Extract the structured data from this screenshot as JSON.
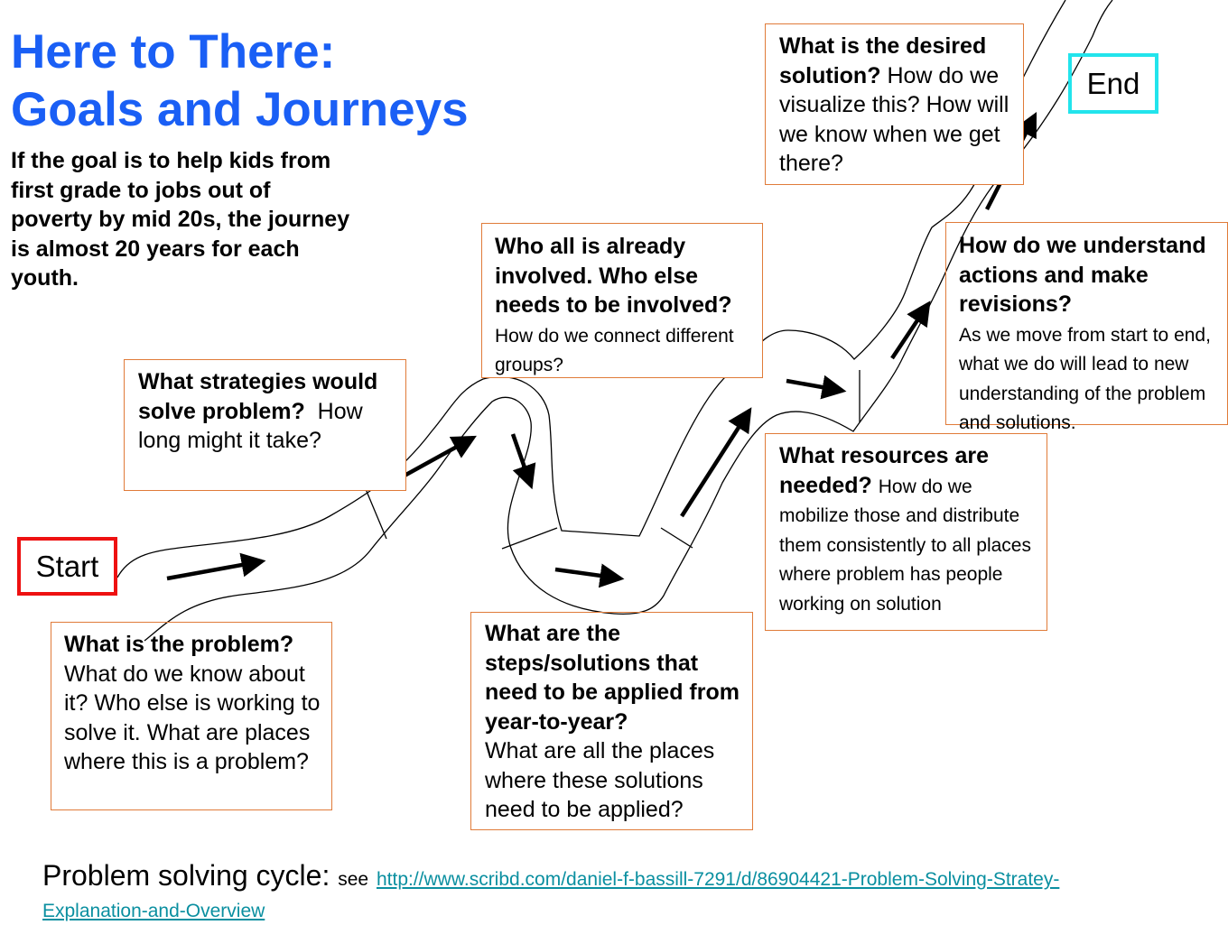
{
  "title": {
    "line1": "Here to There:",
    "line2": "Goals and Journeys"
  },
  "intro": "If the goal is to help kids from first grade to jobs out of poverty by mid 20s, the journey is almost 20 years for each youth.",
  "start_label": "Start",
  "end_label": "End",
  "boxes": {
    "problem": {
      "heading": "What is the problem?",
      "body": "What do we know about it? Who else is working to solve it. What are places where this is a problem?"
    },
    "strategies": {
      "heading": "What strategies would solve problem?",
      "body": "How long might it take?"
    },
    "involved": {
      "heading": "Who all is already involved. Who else needs to be involved?",
      "body": "How do we connect different groups?"
    },
    "steps": {
      "heading": "What are the steps/solutions that need to be applied from year-to-year?",
      "body": "What are all the places where these solutions need to be applied?"
    },
    "resources": {
      "heading": "What resources are needed?",
      "body_lead": "How do we",
      "body": "mobilize those and distribute them consistently to all places where problem has people working on solution"
    },
    "desired": {
      "heading": "What is the desired solution?",
      "body": "How do we visualize this? How will we know when we get there?"
    },
    "revisions": {
      "heading": "How do we understand actions and make revisions?",
      "body": "As we move from start to end, what we do will lead to new understanding of the problem and solutions."
    }
  },
  "footer": {
    "label": "Problem solving cycle:",
    "see": "see",
    "link": "http://www.scribd.com/daniel-f-bassill-7291/d/86904421-Problem-Solving-Stratey-Explanation-and-Overview"
  },
  "colors": {
    "title": "#1a5ff5",
    "box_border": "#e07b39",
    "start_border": "#ee1111",
    "end_border": "#22e4ec",
    "link": "#0a8fa0"
  }
}
